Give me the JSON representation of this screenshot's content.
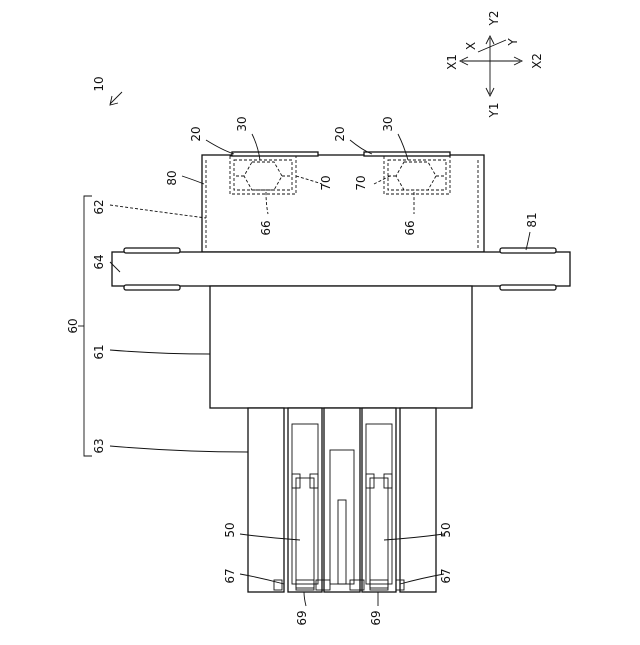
{
  "figure": {
    "ref_10": "10",
    "ref_20": "20",
    "ref_30": "30",
    "ref_50": "50",
    "ref_60": "60",
    "ref_61": "61",
    "ref_62": "62",
    "ref_63": "63",
    "ref_64": "64",
    "ref_66": "66",
    "ref_67": "67",
    "ref_69": "69",
    "ref_70": "70",
    "ref_80": "80",
    "ref_81": "81"
  },
  "axes": {
    "x_label": "X",
    "y_label": "Y",
    "x1": "X1",
    "x2": "X2",
    "y1": "Y1",
    "y2": "Y2"
  },
  "colors": {
    "line": "#111111",
    "background": "#ffffff"
  }
}
